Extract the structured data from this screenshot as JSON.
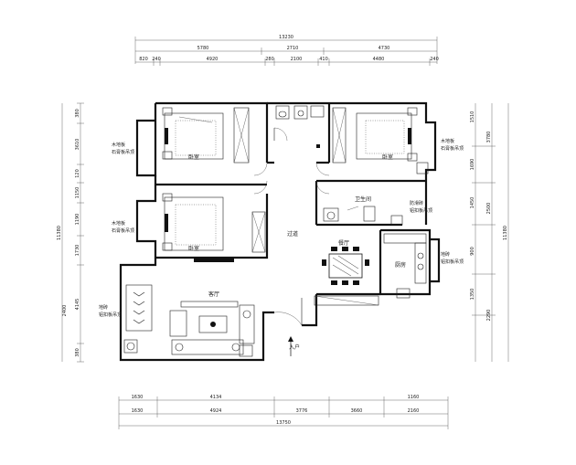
{
  "top_dims": {
    "total": "13230",
    "segments": [
      "5780",
      "2710",
      "4730"
    ],
    "detail": [
      "820",
      "240",
      "4920",
      "280",
      "2100",
      "410",
      "4480",
      "240"
    ]
  },
  "bottom_dims": {
    "upper": [
      "1630",
      "4134",
      "",
      "",
      "1160"
    ],
    "lower": [
      "1630",
      "4924",
      "3776",
      "3660",
      "2160"
    ],
    "total": "13750"
  },
  "left_dims": {
    "total": "11380",
    "segments": [
      "380",
      "3610",
      "120",
      "1150",
      "1190",
      "1730",
      "4145",
      "2400",
      "380"
    ]
  },
  "right_dims": {
    "total": "11380",
    "segments": [
      "1510",
      "3780",
      "1690",
      "1450",
      "2500",
      "900",
      "1350",
      "2290"
    ]
  },
  "rooms": {
    "bedroom_top_left": "卧室",
    "bedroom_top_right": "卧室",
    "bedroom_mid_left": "卧室",
    "bathroom": "卫生间",
    "hall": "过道",
    "dining": "餐厅",
    "living": "客厅",
    "kitchen": "厨房",
    "entrance": "入户"
  },
  "notes": {
    "left_top": [
      "木地板",
      "石膏板吊顶"
    ],
    "left_mid": [
      "木地板",
      "石膏板吊顶"
    ],
    "left_bottom": [
      "地砖",
      "铝扣板吊顶"
    ],
    "right_top": [
      "木地板",
      "石膏板吊顶"
    ],
    "right_mid": [
      "防滑砖",
      "铝扣板吊顶"
    ],
    "right_kitchen": [
      "地砖",
      "铝扣板吊顶"
    ]
  }
}
